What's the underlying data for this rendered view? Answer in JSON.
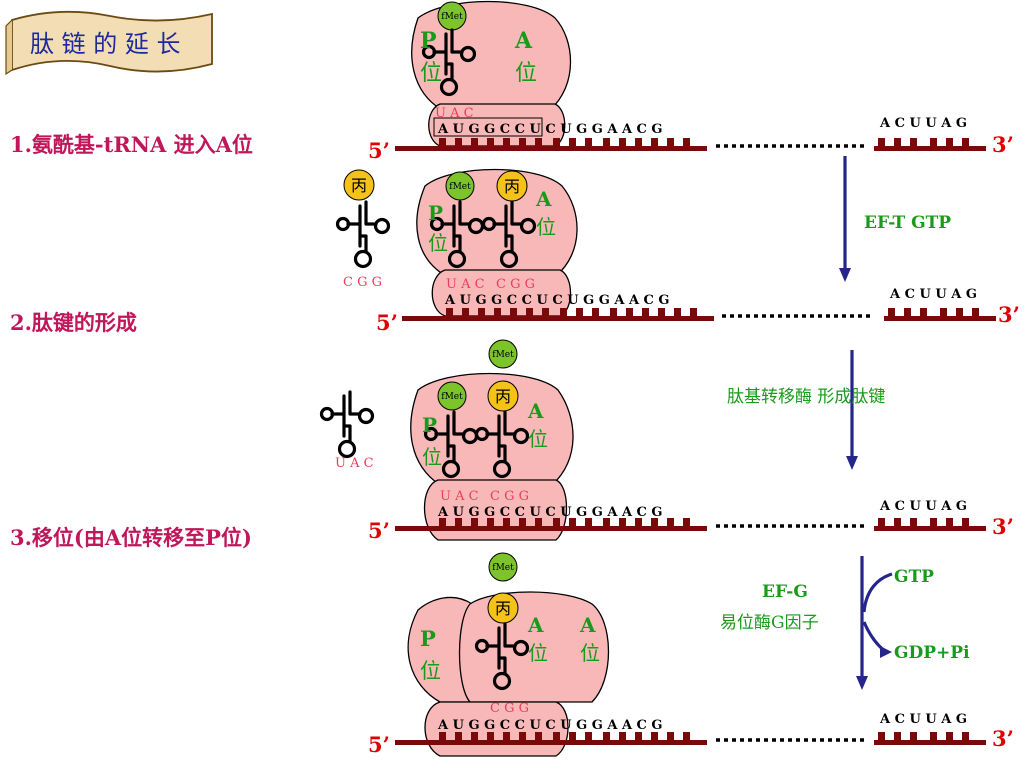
{
  "title": "肽 链 的 延 长",
  "steps": [
    {
      "label": "1.氨酰基-tRNA   进入A位"
    },
    {
      "label": "2.肽键的形成"
    },
    {
      "label": "3.移位(由A位转移至P位)"
    }
  ],
  "mrna": {
    "seq": "A U G G C C U  C U  G G A A C G",
    "end_seq": "A C U  U A G",
    "five_prime": "5’",
    "three_prime": "3’"
  },
  "sites": {
    "p": "P",
    "a": "A",
    "wei": "位"
  },
  "amino": {
    "fmet": "fMet",
    "ala": "丙"
  },
  "anticodons": {
    "uac": "U A C",
    "cgg": "C G G"
  },
  "transitions": {
    "ef_t": "EF-T  GTP",
    "transferase": "肽基转移酶    形成肽键",
    "ef_g": "EF-G",
    "translocase": "易位酶G因子",
    "gtp": "GTP",
    "gdp": "GDP+Pi"
  },
  "colors": {
    "ribosome": "#f8b8b8",
    "mrna": "#7a0a0a",
    "fmet": "#7dc42a",
    "ala": "#f5c21a",
    "label": "#c0165a",
    "site": "#1a9a1a",
    "anticodon": "#e8405a",
    "arrow": "#26268a",
    "title_bg": "#f2ddb5"
  }
}
